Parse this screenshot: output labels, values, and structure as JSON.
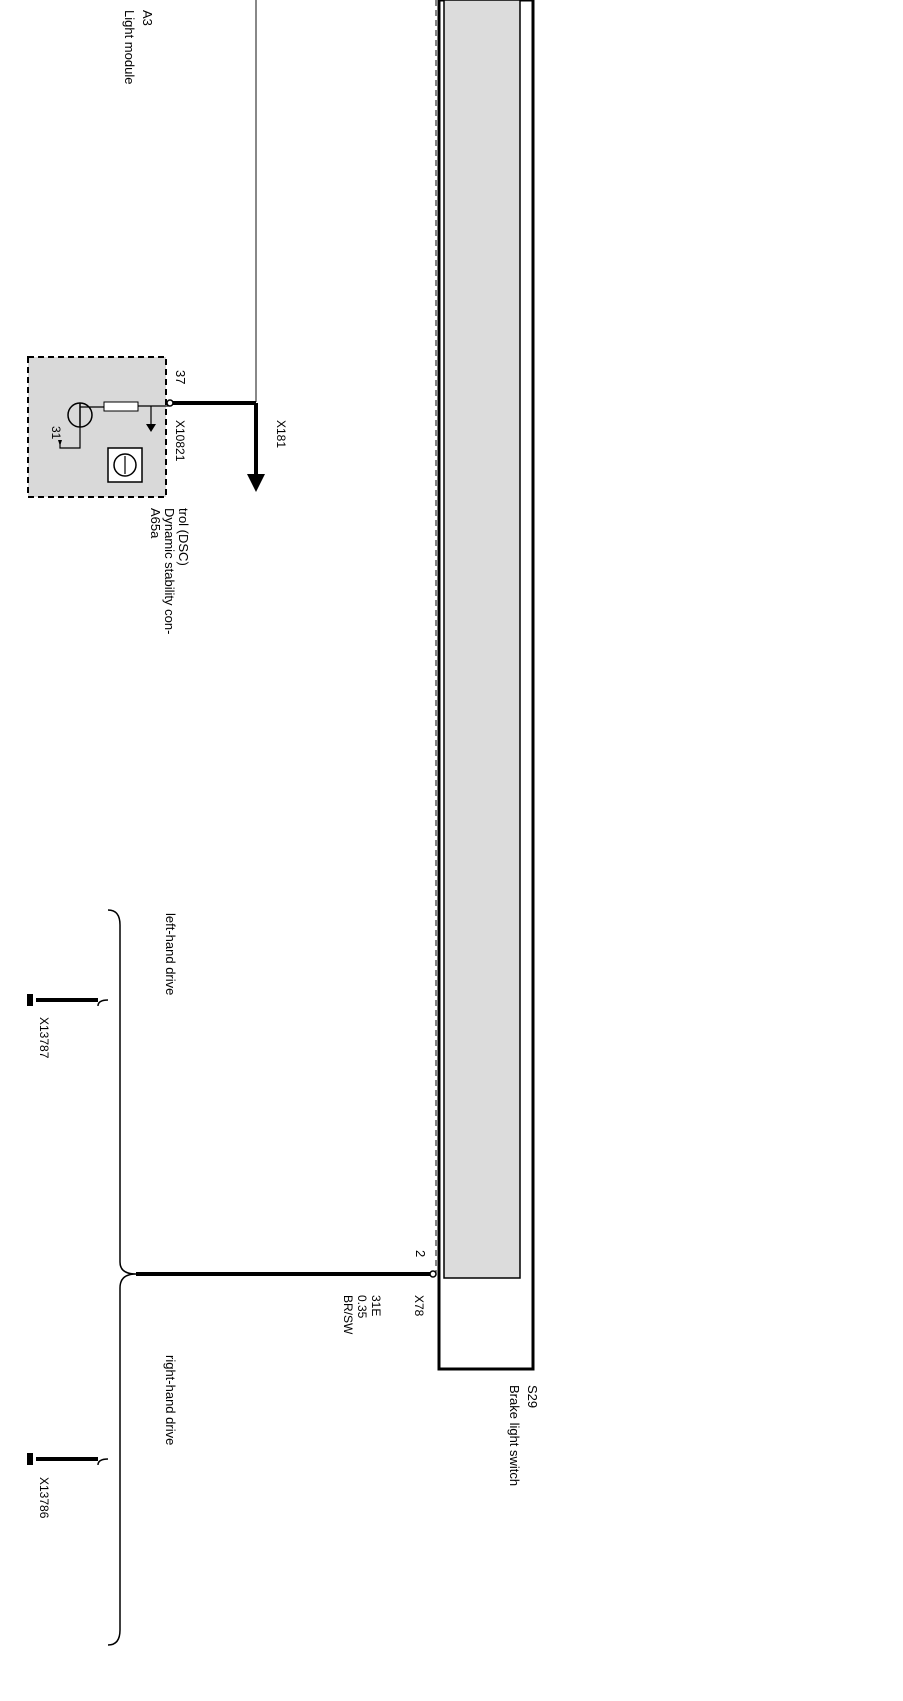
{
  "colors": {
    "wire_thick": "#000000",
    "wire_thin": "#888888",
    "module_fill": "#dcdcdc",
    "dsc_fill": "#d9d9d9",
    "outline": "#000000",
    "background": "#ffffff"
  },
  "components": {
    "light_module": {
      "id": "A3",
      "name": "Light module"
    },
    "dsc": {
      "id": "A65a",
      "name": "Dynamic stability con-trol (DSC)",
      "pin": "37",
      "connector": "X10821",
      "ground": "31"
    },
    "brake_switch": {
      "id": "S29",
      "name": "Brake light switch",
      "pin": "2",
      "connector": "X78"
    }
  },
  "wires": {
    "dsc_link": {
      "connector": "X181"
    },
    "brake_link": {
      "code": "31E",
      "size": "0.35",
      "color": "BR/SW"
    }
  },
  "grounds": {
    "left": {
      "connector": "X13787",
      "label": "left-hand drive"
    },
    "right": {
      "connector": "X13786",
      "label": "right-hand drive"
    }
  }
}
